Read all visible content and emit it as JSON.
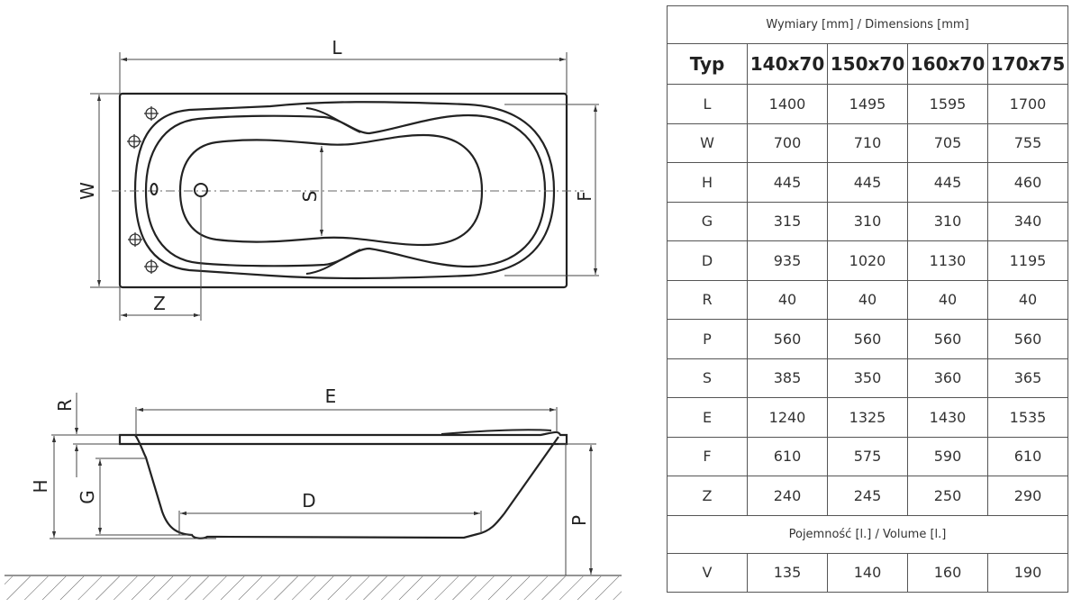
{
  "drawing": {
    "top_view": {
      "labels": {
        "length": "L",
        "width": "W",
        "drain_offset": "Z",
        "inner_width": "S",
        "outer_rim_width": "F"
      }
    },
    "side_view": {
      "labels": {
        "rim_thickness": "R",
        "height": "H",
        "depth": "G",
        "bottom_length": "D",
        "inner_length": "E",
        "panel_height": "P"
      }
    }
  },
  "table": {
    "dimensions_title": "Wymiary [mm] / Dimensions [mm]",
    "header": {
      "type_label": "Typ",
      "models": [
        "140x70",
        "150x70",
        "160x70",
        "170x75"
      ]
    },
    "rows": [
      {
        "param": "L",
        "values": [
          "1400",
          "1495",
          "1595",
          "1700"
        ]
      },
      {
        "param": "W",
        "values": [
          "700",
          "710",
          "705",
          "755"
        ]
      },
      {
        "param": "H",
        "values": [
          "445",
          "445",
          "445",
          "460"
        ]
      },
      {
        "param": "G",
        "values": [
          "315",
          "310",
          "310",
          "340"
        ]
      },
      {
        "param": "D",
        "values": [
          "935",
          "1020",
          "1130",
          "1195"
        ]
      },
      {
        "param": "R",
        "values": [
          "40",
          "40",
          "40",
          "40"
        ]
      },
      {
        "param": "P",
        "values": [
          "560",
          "560",
          "560",
          "560"
        ]
      },
      {
        "param": "S",
        "values": [
          "385",
          "350",
          "360",
          "365"
        ]
      },
      {
        "param": "E",
        "values": [
          "1240",
          "1325",
          "1430",
          "1535"
        ]
      },
      {
        "param": "F",
        "values": [
          "610",
          "575",
          "590",
          "610"
        ]
      },
      {
        "param": "Z",
        "values": [
          "240",
          "245",
          "250",
          "290"
        ]
      }
    ],
    "volume_title": "Pojemność [l.] / Volume [l.]",
    "volume_row": {
      "param": "V",
      "values": [
        "135",
        "140",
        "160",
        "190"
      ]
    }
  }
}
